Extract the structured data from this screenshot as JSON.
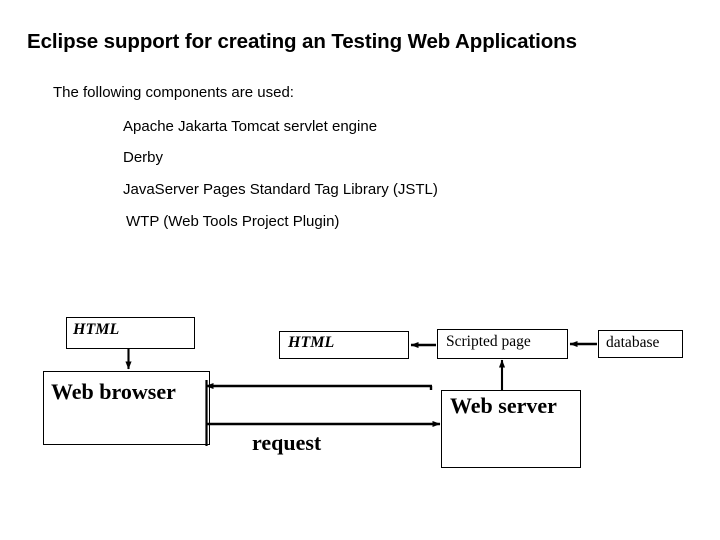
{
  "slide": {
    "title": "Eclipse support for creating an Testing Web Applications",
    "intro": "The following components are used:",
    "components": [
      "Apache Jakarta Tomcat servlet engine",
      "Derby",
      "JavaServer Pages Standard Tag Library (JSTL)",
      "WTP (Web Tools Project Plugin)"
    ]
  },
  "diagram": {
    "boxes": [
      {
        "id": "html-left",
        "label": "HTML"
      },
      {
        "id": "web-browser",
        "label": "Web browser"
      },
      {
        "id": "html-mid",
        "label": "HTML"
      },
      {
        "id": "scripted",
        "label": "Scripted page"
      },
      {
        "id": "database",
        "label": "database"
      },
      {
        "id": "web-server",
        "label": "Web server"
      }
    ],
    "edge_labels": {
      "request": "request"
    },
    "colors": {
      "stroke": "#000000",
      "text": "#000000",
      "background": "#ffffff"
    }
  }
}
